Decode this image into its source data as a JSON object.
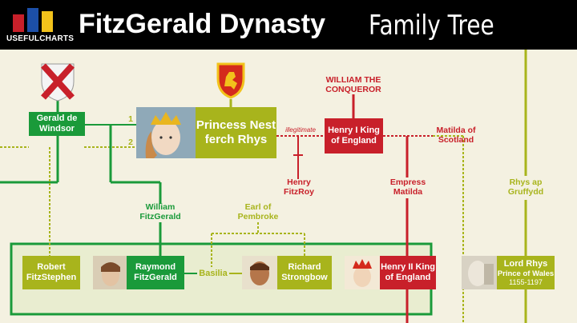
{
  "header": {
    "brand": "USEFULCHARTS",
    "title": "FitzGerald Dynasty",
    "subtitle": "Family Tree"
  },
  "colors": {
    "green": "#1a9a3a",
    "olive": "#a8b41c",
    "red": "#c8202a",
    "background": "#f4f1e1"
  },
  "nodes": {
    "gerald": "Gerald de Windsor",
    "nest": "Princess Nest ferch Rhys",
    "henry1": "Henry I King of England",
    "robert": "Robert FitzStephen",
    "raymond": "Raymond FitzGerald",
    "richard": "Richard Strongbow",
    "henry2": "Henry II King of England",
    "lord_rhys_name": "Lord Rhys",
    "lord_rhys_title": "Prince of Wales",
    "lord_rhys_dates": "1155-1197"
  },
  "labels": {
    "william_conqueror": "WILLIAM THE CONQUEROR",
    "matilda_scotland": "Matilda of Scotland",
    "illegitimate": "illegitimate",
    "henry_fitzroy": "Henry FitzRoy",
    "empress_matilda": "Empress Matilda",
    "rhys_ap_gruffydd": "Rhys ap Gruffydd",
    "william_fitzgerald": "William FitzGerald",
    "earl_pembroke": "Earl of Pembroke",
    "basilia": "Basilia",
    "marriage_1": "1",
    "marriage_2": "2"
  },
  "icons": [
    "red-saltire-shield-icon",
    "welsh-lion-shield-icon"
  ]
}
